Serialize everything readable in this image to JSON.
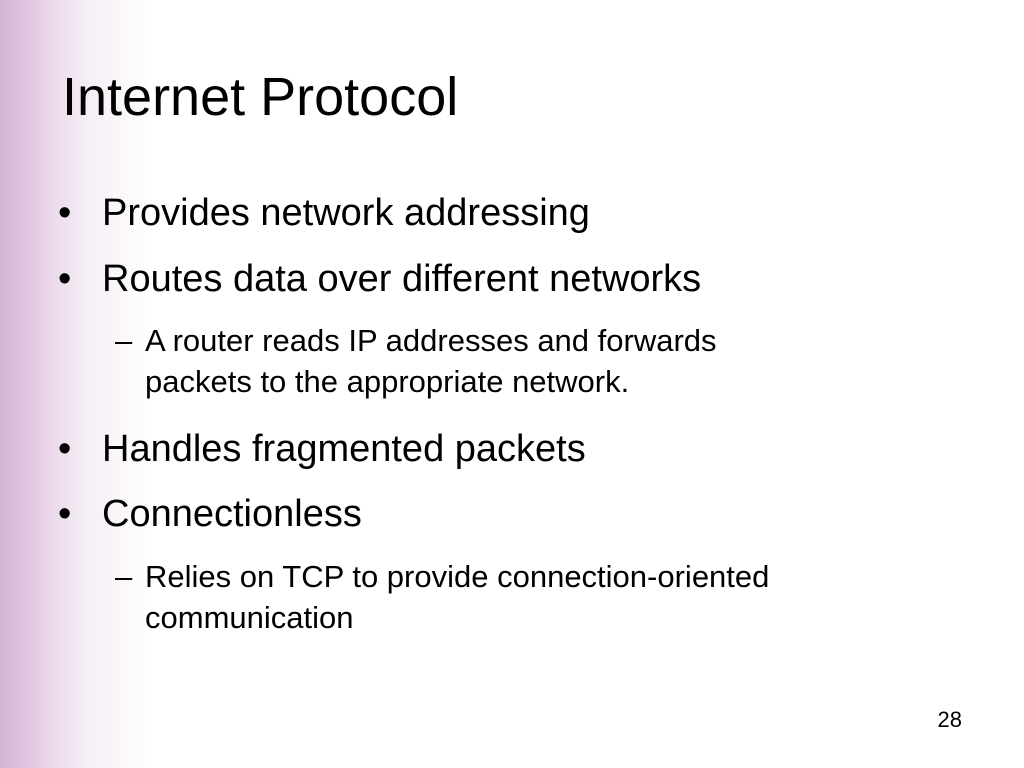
{
  "slide": {
    "title": "Internet Protocol",
    "bullets": [
      {
        "marker": "•",
        "text": "Provides network addressing"
      },
      {
        "marker": "•",
        "text": "Routes data over different networks"
      },
      {
        "marker": "•",
        "text": "Handles fragmented packets"
      },
      {
        "marker": "•",
        "text": "Connectionless"
      }
    ],
    "sub_bullets": [
      {
        "marker": "–",
        "line1": "A router reads IP addresses and forwards",
        "line2": "packets to the appropriate network."
      },
      {
        "marker": "–",
        "line1": "Relies on TCP to provide connection-oriented",
        "line2": "communication"
      }
    ],
    "page_number": "28"
  },
  "colors": {
    "accent_gradient": "#d4b4d4",
    "background": "#ffffff",
    "text": "#000000"
  }
}
